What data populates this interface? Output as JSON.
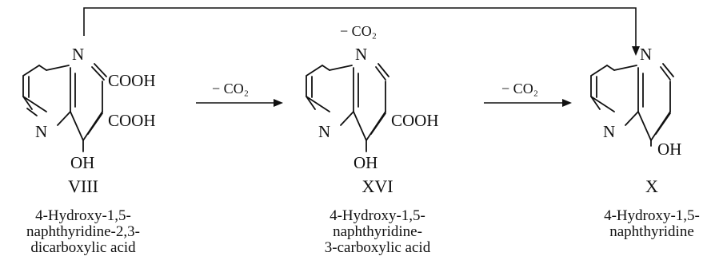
{
  "top_arrow": {
    "label": "− CO₂"
  },
  "arrow_1": {
    "label": "− CO₂"
  },
  "arrow_2": {
    "label": "− CO₂"
  },
  "compounds": [
    {
      "id": "VIII",
      "atoms": {
        "n_ring_top": "N",
        "n_ring_bottom": "N",
        "sub_1": "COOH",
        "sub_2": "COOH",
        "oh": "OH"
      },
      "name_lines": [
        "4-Hydroxy-1,5-",
        "naphthyridine-2,3-",
        "dicarboxylic acid"
      ]
    },
    {
      "id": "XVI",
      "atoms": {
        "n_ring_top": "N",
        "n_ring_bottom": "N",
        "sub_1": "COOH",
        "oh": "OH"
      },
      "name_lines": [
        "4-Hydroxy-1,5-",
        "naphthyridine-",
        "3-carboxylic acid"
      ]
    },
    {
      "id": "X",
      "atoms": {
        "n_ring_top": "N",
        "n_ring_bottom": "N",
        "oh": "OH"
      },
      "name_lines": [
        "4-Hydroxy-1,5-",
        "naphthyridine"
      ]
    }
  ]
}
